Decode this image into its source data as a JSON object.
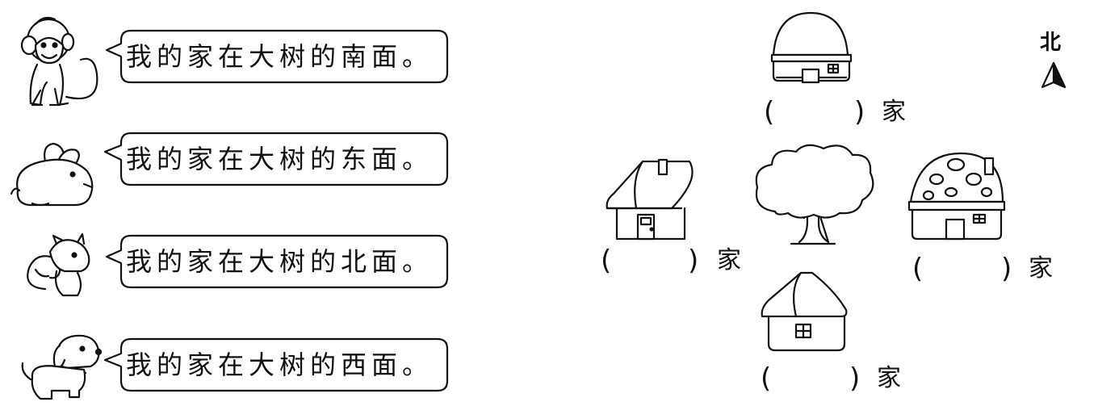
{
  "statements": [
    {
      "animal": "monkey",
      "text": "我的家在大树的南面。"
    },
    {
      "animal": "rabbit",
      "text": "我的家在大树的东面。"
    },
    {
      "animal": "squirrel",
      "text": "我的家在大树的北面。"
    },
    {
      "animal": "puppy",
      "text": "我的家在大树的西面。"
    }
  ],
  "north_label": "北",
  "blanks": {
    "top": {
      "open": "(",
      "close": ")",
      "suffix": "家"
    },
    "left": {
      "open": "(",
      "close": ")",
      "suffix": "家"
    },
    "right": {
      "open": "(",
      "close": ")",
      "suffix": "家"
    },
    "bottom": {
      "open": "(",
      "close": ")",
      "suffix": "家"
    }
  }
}
